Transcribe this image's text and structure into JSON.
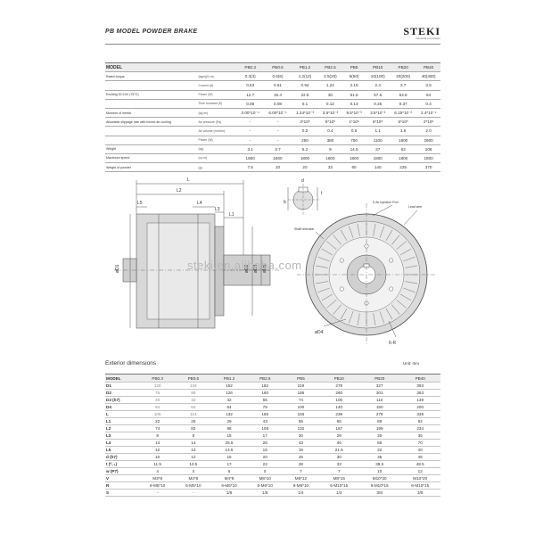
{
  "header": {
    "title": "PB MODEL POWDER BRAKE",
    "brand": "STEKI",
    "brand_sub": "industrial corporation"
  },
  "spec_table": {
    "model_label": "MODEL",
    "models": [
      "PB0.3",
      "PB0.6",
      "PB1.2",
      "PB2.5",
      "PB5",
      "PB10",
      "PB20",
      "PB40"
    ],
    "rows": [
      {
        "group": "Rated torque",
        "sub": "(kgm)(N.m)",
        "values": [
          "0.3(3)",
          "0.6(6)",
          "1.2(12)",
          "2.5(25)",
          "5(50)",
          "10(100)",
          "20(200)",
          "40(400)"
        ]
      },
      {
        "group": "",
        "sub": "Current (A)",
        "values": [
          "0.53",
          "0.61",
          "0.94",
          "1.24",
          "2.15",
          "2.4",
          "2.7",
          "3.5"
        ]
      },
      {
        "group": "Exciting DC24V (75°C)",
        "sub": "Power (W)",
        "values": [
          "12.7",
          "15.4",
          "22.5",
          "30",
          "51.5",
          "57.6",
          "64.8",
          "84"
        ]
      },
      {
        "group": "",
        "sub": "Time constant (S)",
        "values": [
          "0.06",
          "0.08",
          "0.1",
          "0.12",
          "0.13",
          "0.25",
          "0.37",
          "0.4"
        ]
      },
      {
        "group": "Moment of inertia",
        "sub": "(kg.m²)",
        "values": [
          "3.00*10⁻⁴",
          "6.00*10⁻⁴",
          "1.24*10⁻³",
          "3.6*10⁻³",
          "9.5*10⁻³",
          "3.5*10⁻²",
          "6.15*10⁻²",
          "2.4*10⁻¹"
        ]
      },
      {
        "group": "Allowable slippage rate with forced air cooling",
        "sub": "Air pressure (Pa)",
        "values": [
          "-",
          "-",
          "3*10⁵",
          "5*10⁵",
          "1*10⁵",
          "6*10⁵",
          "5*10⁵",
          "2*10⁵"
        ]
      },
      {
        "group": "",
        "sub": "Air volume (m³/min)",
        "values": [
          "-",
          "-",
          "0.2",
          "0.4",
          "0.6",
          "1.1",
          "1.6",
          "2.0"
        ]
      },
      {
        "group": "",
        "sub": "Power (W)",
        "values": [
          "-",
          "-",
          "250",
          "380",
          "700",
          "1100",
          "1600",
          "2900"
        ]
      },
      {
        "group": "Weight",
        "sub": "(kg)",
        "values": [
          "3.1",
          "3.7",
          "5.2",
          "9",
          "14.5",
          "37",
          "53",
          "106"
        ]
      },
      {
        "group": "Maximum speed",
        "sub": "(r.p.m)",
        "values": [
          "1800",
          "1800",
          "1800",
          "1800",
          "1800",
          "1800",
          "1800",
          "1800"
        ]
      },
      {
        "group": "Weight of powder",
        "sub": "(g)",
        "values": [
          "7.5",
          "10",
          "20",
          "33",
          "60",
          "140",
          "225",
          "370"
        ]
      }
    ]
  },
  "drawing": {
    "side_labels": [
      "L",
      "L2",
      "L5",
      "L4",
      "L3",
      "L1",
      "øD1",
      "øD2",
      "øD3",
      "øD4",
      "øD5"
    ],
    "keyway_labels": [
      "d",
      "t",
      "b"
    ],
    "front_labels": [
      "S Air injection Port",
      "Lead wire",
      "Shaft direction",
      "6-R"
    ],
    "watermark": "steki.en.alibaba.com"
  },
  "exterior": {
    "title": "Exterior  dimensions",
    "unit": "Unit: mm",
    "model_label": "MODEL",
    "models": [
      "PB0.3",
      "PB0.6",
      "PB1.2",
      "PB2.5",
      "PB5",
      "PB10",
      "PB20",
      "PB40"
    ],
    "rows": [
      {
        "label": "D1",
        "values": [
          "120",
          "134",
          "152",
          "182",
          "219",
          "278",
          "327",
          "393"
        ]
      },
      {
        "label": "D2",
        "values": [
          "75",
          "90",
          "126",
          "160",
          "186",
          "260",
          "301",
          "363"
        ]
      },
      {
        "label": "D3 (h7)",
        "values": [
          "40",
          "42",
          "42",
          "55",
          "74",
          "100",
          "110",
          "139"
        ]
      },
      {
        "label": "D4",
        "values": [
          "64",
          "64",
          "64",
          "78",
          "100",
          "140",
          "150",
          "200"
        ]
      },
      {
        "label": "L",
        "values": [
          "106",
          "114",
          "132",
          "155",
          "193",
          "239",
          "278",
          "338"
        ]
      },
      {
        "label": "L1",
        "values": [
          "22",
          "25",
          "29",
          "43",
          "55",
          "65",
          "69",
          "92"
        ]
      },
      {
        "label": "L2",
        "values": [
          "74",
          "82",
          "98",
          "108",
          "132",
          "167",
          "199",
          "234"
        ]
      },
      {
        "label": "L3",
        "values": [
          "8",
          "8",
          "15",
          "17",
          "30",
          "28",
          "30",
          "35"
        ]
      },
      {
        "label": "L4",
        "values": [
          "14",
          "14",
          "25.5",
          "28",
          "43",
          "46",
          "56",
          "70"
        ]
      },
      {
        "label": "L5",
        "values": [
          "12",
          "12",
          "14.5",
          "15",
          "15",
          "21.5",
          "32",
          "40"
        ]
      },
      {
        "label": "d (h7)",
        "values": [
          "10",
          "12",
          "15",
          "20",
          "25",
          "30",
          "35",
          "45"
        ]
      },
      {
        "label": "t (⁰₋₁)",
        "values": [
          "11.5",
          "13.5",
          "17",
          "22",
          "28",
          "33",
          "38.5",
          "48.5"
        ]
      },
      {
        "label": "w (P7)",
        "values": [
          "4",
          "4",
          "5",
          "5",
          "7",
          "7",
          "10",
          "12"
        ]
      },
      {
        "label": "V",
        "values": [
          "M3*8",
          "M4*8",
          "M4*8",
          "M6*10",
          "M6*12",
          "M8*15",
          "M10*20",
          "M10*20"
        ]
      },
      {
        "label": "R",
        "values": [
          "6-M5*10",
          "6-M5*10",
          "6-M6*10",
          "6-M6*10",
          "6-M8*10",
          "6-M10*15",
          "6-M10*15",
          "6-M10*15"
        ]
      },
      {
        "label": "S",
        "values": [
          "-",
          "-",
          "1/8",
          "1/8",
          "1/4",
          "1/4",
          "3/8",
          "3/8"
        ]
      }
    ]
  }
}
